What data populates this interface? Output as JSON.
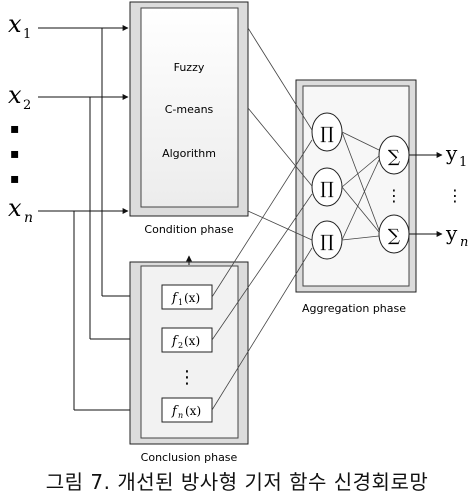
{
  "inputs": {
    "x1": "x",
    "x1_sub": "1",
    "x2": "x",
    "x2_sub": "2",
    "dots": [
      "▪",
      "▪",
      "▪"
    ],
    "xn": "x",
    "xn_sub": "n"
  },
  "condition": {
    "line1": "Fuzzy",
    "line2": "C-means",
    "line3": "Algorithm",
    "label": "Condition phase"
  },
  "conclusion": {
    "f1_main": "f",
    "f1_sub": "1",
    "f1_arg": "(x)",
    "f2_main": "f",
    "f2_sub": "2",
    "f2_arg": "(x)",
    "fn_main": "f",
    "fn_sub": "n",
    "fn_arg": "(x)",
    "vdots": "⋮",
    "label": "Conclusion phase"
  },
  "aggregation": {
    "prod": "∏",
    "sum": "∑",
    "vdots": "⋮",
    "label": "Aggregation phase"
  },
  "outputs": {
    "y1": "y",
    "y1_sub": "1",
    "yn": "y",
    "yn_sub": "n",
    "vdots": "⋮"
  },
  "caption": "그림 7. 개선된 방사형 기저 함수 신경회로망"
}
